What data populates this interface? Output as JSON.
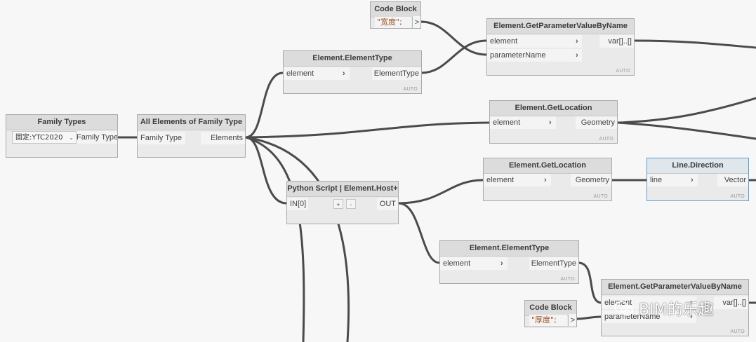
{
  "nodes": {
    "family_types": {
      "title": "Family Types",
      "dropdown_value": "固定:YTC2020",
      "output": "Family Type"
    },
    "all_elements": {
      "title": "All Elements of Family Type",
      "input": "Family Type",
      "output": "Elements"
    },
    "element_type_top": {
      "title": "Element.ElementType",
      "input": "element",
      "output": "ElementType",
      "lacing": "AUTO"
    },
    "code_block_top": {
      "title": "Code Block",
      "code": "\"宽度\";",
      "port": ">"
    },
    "get_param_top": {
      "title": "Element.GetParameterValueByName",
      "input1": "element",
      "input2": "parameterName",
      "output": "var[]..[]",
      "lacing": "AUTO"
    },
    "get_location_1": {
      "title": "Element.GetLocation",
      "input": "element",
      "output": "Geometry",
      "lacing": "AUTO"
    },
    "python_script": {
      "title": "Python Script | Element.Host+",
      "input": "IN[0]",
      "output": "OUT",
      "plus": "+",
      "minus": "-"
    },
    "get_location_2": {
      "title": "Element.GetLocation",
      "input": "element",
      "output": "Geometry",
      "lacing": "AUTO"
    },
    "line_direction": {
      "title": "Line.Direction",
      "input": "line",
      "output": "Vector",
      "lacing": "AUTO"
    },
    "element_type_bottom": {
      "title": "Element.ElementType",
      "input": "element",
      "output": "ElementType",
      "lacing": "AUTO"
    },
    "get_param_bottom": {
      "title": "Element.GetParameterValueByName",
      "input1": "element",
      "input2": "parameterName",
      "output": "var[]..[]",
      "lacing": "AUTO"
    },
    "code_block_bottom": {
      "title": "Code Block",
      "code": "\"厚度\";",
      "port": ">"
    }
  },
  "watermark": {
    "text": "BIM的乐趣",
    "icon": "wechat-icon"
  },
  "colors": {
    "canvas": "#f7f7f7",
    "node_body": "#eaeaea",
    "node_header": "#dcdcdc",
    "wire": "#4b4b4b",
    "selected_border": "#5aa0d8",
    "code_text": "#a0552a"
  }
}
